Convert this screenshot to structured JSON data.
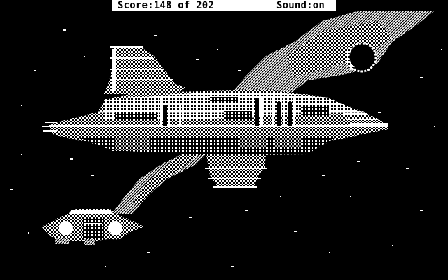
{
  "status_bar": {
    "score_label": "Score:148 of 202",
    "sound_label": "Sound:on"
  },
  "scene": {
    "description": "Monochrome dithered space scene: large starship with a smaller shuttle, dithered nebula trail and a planet",
    "colors": {
      "background": "#000000",
      "foreground": "#ffffff"
    },
    "objects": [
      {
        "name": "mothership"
      },
      {
        "name": "shuttle"
      },
      {
        "name": "nebula-trail"
      },
      {
        "name": "planet"
      },
      {
        "name": "starfield"
      }
    ]
  }
}
